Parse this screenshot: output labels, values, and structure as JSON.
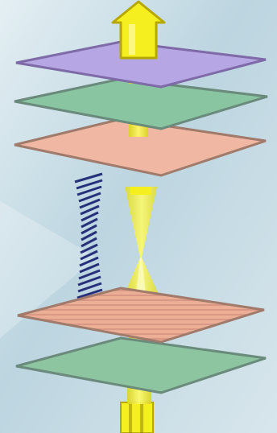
{
  "diagram": {
    "layers": [
      {
        "name": "plate-top",
        "fill": "#b7a6e4"
      },
      {
        "name": "plate-green-upper",
        "fill": "#88c5a0"
      },
      {
        "name": "plate-salmon-upper",
        "fill": "#f0b8a3"
      },
      {
        "name": "plate-salmon-lower",
        "fill": "#ecaf96"
      },
      {
        "name": "plate-green-lower",
        "fill": "#8cc5a0"
      }
    ],
    "beam_color": "#f2ee2c",
    "arrow_color": "#f5ef20",
    "spring_color": "#26307a",
    "background": "#c9dde6"
  }
}
